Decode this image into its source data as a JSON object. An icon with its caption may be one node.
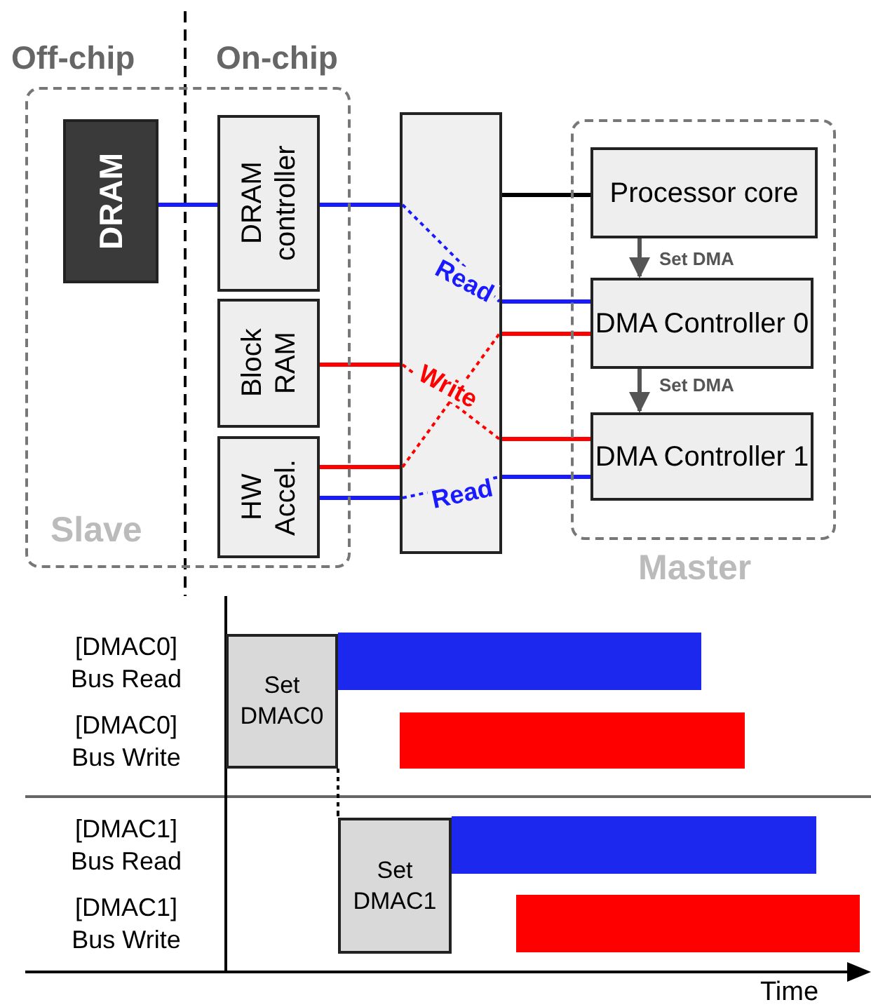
{
  "diagram": {
    "nodes": [
      {
        "text": [
          "Slave"
        ]
      },
      {
        "text": [
          "DRAM"
        ],
        "in": 0
      },
      {
        "text": [
          "DRAM controller"
        ],
        "in": 0
      },
      {
        "text": [
          "Block RAM"
        ],
        "in": 0
      },
      {
        "text": [
          "HW Accel."
        ],
        "in": 0
      },
      {
        "text": [],
        "shape": "box"
      },
      {
        "text": [
          "Master"
        ]
      },
      {
        "text": [
          "Processor core"
        ],
        "in": 6
      },
      {
        "text": [
          "DMA Controller 0"
        ],
        "in": 6
      },
      {
        "text": [
          "DMA Controller 1"
        ],
        "in": 6
      },
      {
        "text": [
          "Set DMAC0"
        ]
      },
      {
        "text": [],
        "shape": "bar"
      },
      {
        "text": [],
        "shape": "bar"
      },
      {
        "text": [
          "Set DMAC1"
        ]
      },
      {
        "text": [],
        "shape": "bar"
      },
      {
        "text": [],
        "shape": "bar"
      }
    ],
    "edges": [
      {
        "from": 1,
        "to": 2,
        "arrow": "none",
        "color": "#1a1aff"
      },
      {
        "from": 2,
        "to": 5,
        "arrow": "none",
        "color": "#1a1aff"
      },
      {
        "from": 5,
        "to": 8,
        "arrow": "none",
        "color": "#1a1aff"
      },
      {
        "from": 3,
        "to": 5,
        "arrow": "none",
        "color": "#ff0000"
      },
      {
        "from": 5,
        "to": 9,
        "arrow": "none",
        "color": "#ff0000"
      },
      {
        "from": 4,
        "to": 5,
        "arrow": "none",
        "color": "#ff0000"
      },
      {
        "from": 5,
        "to": 8,
        "arrow": "none",
        "color": "#ff0000"
      },
      {
        "from": 4,
        "to": 5,
        "arrow": "none",
        "color": "#1a1aff"
      },
      {
        "from": 5,
        "to": 9,
        "arrow": "none",
        "color": "#1a1aff"
      },
      {
        "from": 7,
        "to": 5,
        "arrow": "none",
        "color": "#000000"
      },
      {
        "from": 7,
        "to": 8,
        "arrow": "to",
        "label": "Set DMA",
        "color": "#555555"
      },
      {
        "from": 8,
        "to": 9,
        "arrow": "to",
        "label": "Set DMA",
        "color": "#555555"
      },
      {
        "from": 10,
        "to": 13,
        "arrow": "none",
        "style": "dashed",
        "color": "#000000"
      }
    ],
    "labels": [
      "Off-chip",
      "On-chip",
      "Read",
      "Write",
      "Read",
      "[DMAC0] Bus Read",
      "[DMAC0] Bus Write",
      "[DMAC1] Bus Read",
      "[DMAC1] Bus Write",
      "Time"
    ]
  }
}
